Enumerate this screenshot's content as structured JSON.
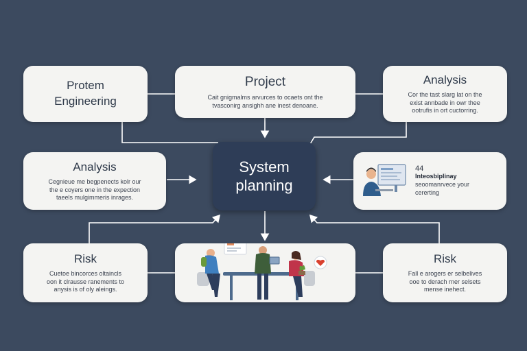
{
  "nodes": {
    "protein": {
      "title_line1": "Protem",
      "title_line2": "Engineering"
    },
    "project": {
      "title": "Project",
      "desc_line1": "Cait gnigmalms  arvurces  to ocaets ont the",
      "desc_line2": "tvasconirg ansighh ane inest denoane."
    },
    "analysis_top": {
      "title": "Analysis",
      "desc_line1": "Cor the tast slarg lat on the",
      "desc_line2": "exist annbade in owr thee",
      "desc_line3": "ootrufis in ort cuctorring."
    },
    "analysis_left": {
      "title": "Analysis",
      "desc_line1": "Cegnieue me begpenects kolr our",
      "desc_line2": "the e coyers one in the expection",
      "desc_line3": "taeels mulgimmeris inrages."
    },
    "center": {
      "line1": "System",
      "line2": "planning"
    },
    "interdisciplinary": {
      "number": "44",
      "strong": "Inteosbiplinay",
      "desc_line1": "seoomanrvece your",
      "desc_line2": "cererting"
    },
    "risk_left": {
      "title": "Risk",
      "desc_line1": "Cuetoe bincorces oltaincls",
      "desc_line2": "oon it clrausse ranements to",
      "desc_line3": "anysis is of oly aleings."
    },
    "risk_right": {
      "title": "Risk",
      "desc_line1": "Fall e arogers er selbelives",
      "desc_line2": "ooe to derach rner selsets",
      "desc_line3": "mense inehect."
    }
  },
  "colors": {
    "background": "#3c4a5f",
    "card": "#f4f4f2",
    "center": "#2e3d57",
    "connector": "#ffffff"
  },
  "icons": {
    "team_scene": "people-at-table-illustration",
    "person_laptop": "person-with-monitor-illustration"
  }
}
